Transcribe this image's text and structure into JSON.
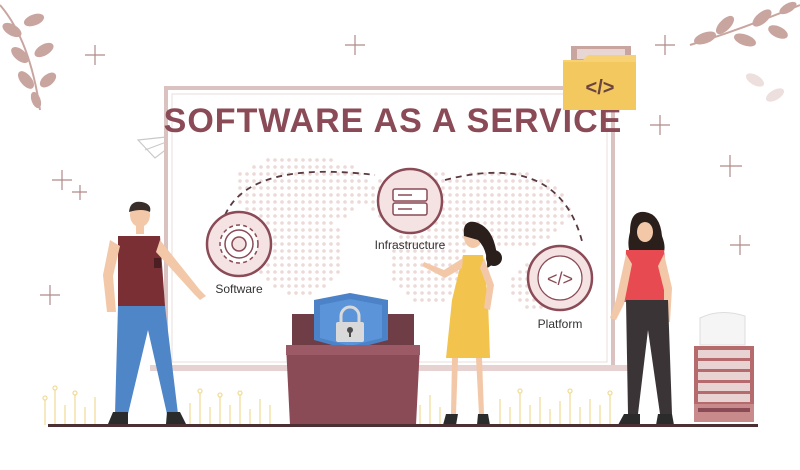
{
  "board": {
    "title": "SOFTWARE AS A SERVICE"
  },
  "nodes": {
    "software": {
      "label": "Software",
      "icon": "gear-icon"
    },
    "infrastructure": {
      "label": "Infrastructure",
      "icon": "server-icon"
    },
    "platform": {
      "label": "Platform",
      "icon": "code-icon"
    }
  },
  "folder": {
    "icon": "code-folder-icon",
    "text": "</>"
  },
  "platform_icon_text": "</>",
  "colors": {
    "accent": "#8a4a56",
    "board_frame": "#d9c2c0",
    "node_fill": "#f5e3e3",
    "node_stroke": "#8a4a56",
    "folder": "#f7d275",
    "shield": "#4c82c7",
    "leaf": "#c9a5a0"
  }
}
